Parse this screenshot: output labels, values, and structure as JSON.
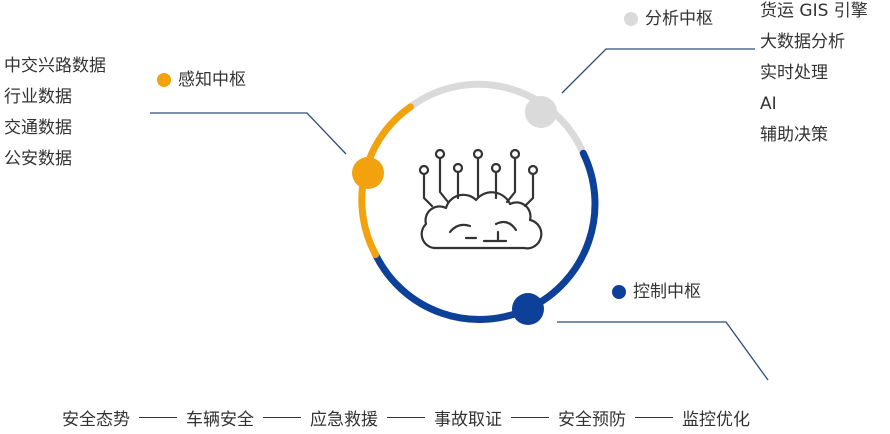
{
  "colors": {
    "orange": "#F2A20C",
    "gray": "#DADADA",
    "blue": "#0D4199",
    "line": "#333333",
    "connector": "#2E4C7A"
  },
  "center_icon": "brain-circuit-icon",
  "perception": {
    "label": "感知中枢",
    "items": [
      "中交兴路数据",
      "行业数据",
      "交通数据",
      "公安数据"
    ]
  },
  "analysis": {
    "label": "分析中枢",
    "items": [
      "货运 GIS 引擎",
      "大数据分析",
      "实时处理",
      "AI",
      "辅助决策"
    ]
  },
  "control": {
    "label": "控制中枢"
  },
  "flow": [
    "安全态势",
    "车辆安全",
    "应急救援",
    "事故取证",
    "安全预防",
    "监控优化"
  ]
}
